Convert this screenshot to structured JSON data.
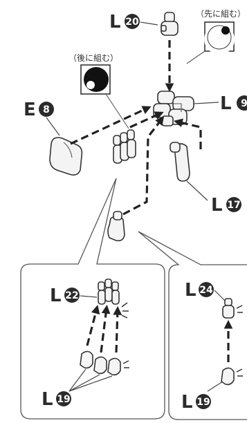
{
  "notes": {
    "assemble_first": "（先に組む）",
    "assemble_later": "（後に組む）"
  },
  "labels": {
    "L20": {
      "letter": "L",
      "num": "20"
    },
    "L9": {
      "letter": "L",
      "num": "9"
    },
    "E8": {
      "letter": "E",
      "num": "8"
    },
    "L17": {
      "letter": "L",
      "num": "17"
    },
    "L22": {
      "letter": "L",
      "num": "22"
    },
    "L24": {
      "letter": "L",
      "num": "24"
    },
    "L19a": {
      "letter": "L",
      "num": "19"
    },
    "L19b": {
      "letter": "L",
      "num": "19"
    }
  },
  "icons": {
    "first": "dot-icon-assemble-first",
    "later": "dot-icon-assemble-later"
  },
  "colors": {
    "ink": "#2b2b2b",
    "paper": "#ffffff",
    "part_fill": "#f4f4f4"
  }
}
